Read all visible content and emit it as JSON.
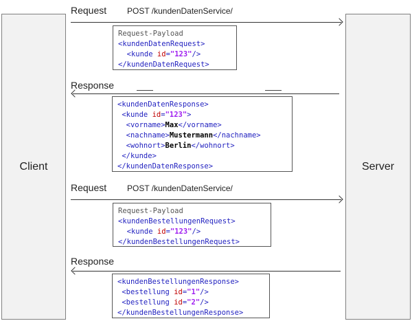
{
  "participants": {
    "client": "Client",
    "server": "Server"
  },
  "messages": [
    {
      "label": "Request",
      "endpoint": "POST /kundenDatenService/",
      "lines": [
        [
          {
            "t": "comment",
            "v": "Request-Payload"
          }
        ],
        [
          {
            "t": "tag",
            "v": "<kundenDatenRequest>"
          }
        ],
        [
          {
            "t": "tag",
            "v": "  <kunde "
          },
          {
            "t": "attr",
            "v": "id"
          },
          {
            "t": "tag",
            "v": "="
          },
          {
            "t": "val",
            "v": "\"123\""
          },
          {
            "t": "tag",
            "v": "/>"
          }
        ],
        [
          {
            "t": "tag",
            "v": "</kundenDatenRequest>"
          }
        ]
      ]
    },
    {
      "label": "Response",
      "endpoint": "",
      "lines": [
        [
          {
            "t": "tag",
            "v": "<kundenDatenResponse>"
          }
        ],
        [
          {
            "t": "tag",
            "v": " <kunde "
          },
          {
            "t": "attr",
            "v": "id"
          },
          {
            "t": "tag",
            "v": "="
          },
          {
            "t": "val",
            "v": "\"123\""
          },
          {
            "t": "tag",
            "v": ">"
          }
        ],
        [
          {
            "t": "tag",
            "v": "  <vorname>"
          },
          {
            "t": "txt",
            "v": "Max"
          },
          {
            "t": "tag",
            "v": "</vorname>"
          }
        ],
        [
          {
            "t": "tag",
            "v": "  <nachname>"
          },
          {
            "t": "txt",
            "v": "Mustermann"
          },
          {
            "t": "tag",
            "v": "</nachname>"
          }
        ],
        [
          {
            "t": "tag",
            "v": "  <wohnort>"
          },
          {
            "t": "txt",
            "v": "Berlin"
          },
          {
            "t": "tag",
            "v": "</wohnort>"
          }
        ],
        [
          {
            "t": "tag",
            "v": " </kunde>"
          }
        ],
        [
          {
            "t": "tag",
            "v": "</kundenDatenResponse>"
          }
        ]
      ]
    },
    {
      "label": "Request",
      "endpoint": "POST /kundenDatenService/",
      "lines": [
        [
          {
            "t": "comment",
            "v": "Request-Payload"
          }
        ],
        [
          {
            "t": "tag",
            "v": "<kundenBestellungenRequest>"
          }
        ],
        [
          {
            "t": "tag",
            "v": "  <kunde "
          },
          {
            "t": "attr",
            "v": "id"
          },
          {
            "t": "tag",
            "v": "="
          },
          {
            "t": "val",
            "v": "\"123\""
          },
          {
            "t": "tag",
            "v": "/>"
          }
        ],
        [
          {
            "t": "tag",
            "v": "</kundenBestellungenRequest>"
          }
        ]
      ]
    },
    {
      "label": "Response",
      "endpoint": "",
      "lines": [
        [
          {
            "t": "tag",
            "v": "<kundenBestellungenResponse>"
          }
        ],
        [
          {
            "t": "tag",
            "v": " <bestellung "
          },
          {
            "t": "attr",
            "v": "id"
          },
          {
            "t": "tag",
            "v": "="
          },
          {
            "t": "val",
            "v": "\"1\""
          },
          {
            "t": "tag",
            "v": "/>"
          }
        ],
        [
          {
            "t": "tag",
            "v": " <bestellung "
          },
          {
            "t": "attr",
            "v": "id"
          },
          {
            "t": "tag",
            "v": "="
          },
          {
            "t": "val",
            "v": "\"2\""
          },
          {
            "t": "tag",
            "v": "/>"
          }
        ],
        [
          {
            "t": "tag",
            "v": "</kundenBestellungenResponse>"
          }
        ]
      ]
    }
  ]
}
